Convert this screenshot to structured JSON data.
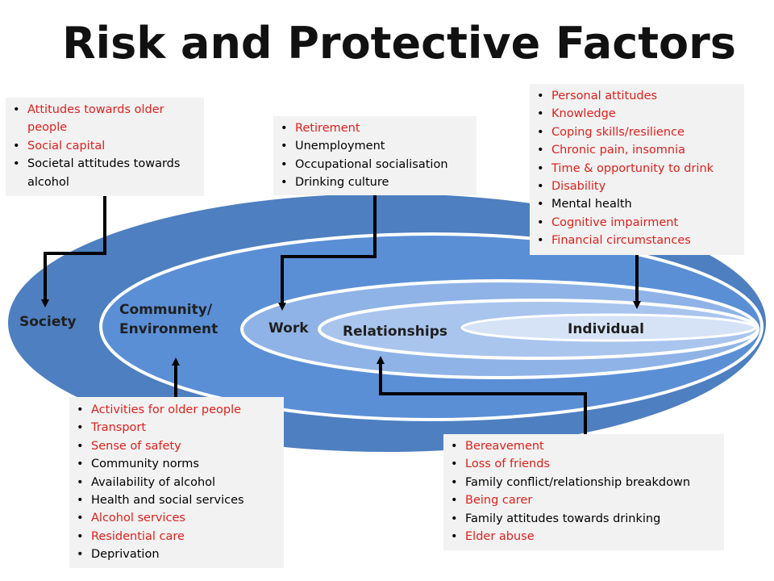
{
  "title": "Risk and Protective Factors",
  "colors": {
    "risk_red": "#e0201b",
    "neutral_black": "#000000",
    "society_blue": "#4e7fc0",
    "community_blue": "#5a8fd6",
    "work_blue": "#8fb3e6",
    "relationships_blue": "#a9c5ee",
    "individual_blue": "#d6e3f6",
    "box_grey": "#f2f2f2"
  },
  "levels": {
    "society": "Society",
    "community": "Community/ Environment",
    "community_line1": "Community/",
    "community_line2": "Environment",
    "work": "Work",
    "relationships": "Relationships",
    "individual": "Individual"
  },
  "boxes": {
    "society": [
      {
        "text": "Attitudes towards older people",
        "color": "red"
      },
      {
        "text": "Social capital",
        "color": "red"
      },
      {
        "text": "Societal attitudes towards alcohol",
        "color": "black"
      }
    ],
    "work": [
      {
        "text": "Retirement",
        "color": "red"
      },
      {
        "text": "Unemployment",
        "color": "black"
      },
      {
        "text": "Occupational socialisation",
        "color": "black"
      },
      {
        "text": "Drinking culture",
        "color": "black"
      }
    ],
    "individual": [
      {
        "text": "Personal attitudes",
        "color": "red"
      },
      {
        "text": "Knowledge",
        "color": "red"
      },
      {
        "text": "Coping skills/resilience",
        "color": "red"
      },
      {
        "text": "Chronic pain, insomnia",
        "color": "red"
      },
      {
        "text": "Time & opportunity to drink",
        "color": "red"
      },
      {
        "text": "Disability",
        "color": "red"
      },
      {
        "text": "Mental health",
        "color": "black"
      },
      {
        "text": "Cognitive impairment",
        "color": "red"
      },
      {
        "text": "Financial circumstances",
        "color": "red"
      }
    ],
    "community": [
      {
        "text": "Activities for older people",
        "color": "red"
      },
      {
        "text": "Transport",
        "color": "red"
      },
      {
        "text": "Sense of safety",
        "color": "red"
      },
      {
        "text": "Community norms",
        "color": "black"
      },
      {
        "text": "Availability of alcohol",
        "color": "black"
      },
      {
        "text": "Health and social services",
        "color": "black"
      },
      {
        "text": "Alcohol services",
        "color": "red"
      },
      {
        "text": "Residential care",
        "color": "red"
      },
      {
        "text": "Deprivation",
        "color": "black"
      }
    ],
    "relationships": [
      {
        "text": "Bereavement",
        "color": "red"
      },
      {
        "text": "Loss of friends",
        "color": "red"
      },
      {
        "text": "Family conflict/relationship breakdown",
        "color": "black"
      },
      {
        "text": "Being carer",
        "color": "red"
      },
      {
        "text": "Family attitudes towards drinking",
        "color": "black"
      },
      {
        "text": "Elder abuse",
        "color": "red"
      }
    ]
  }
}
